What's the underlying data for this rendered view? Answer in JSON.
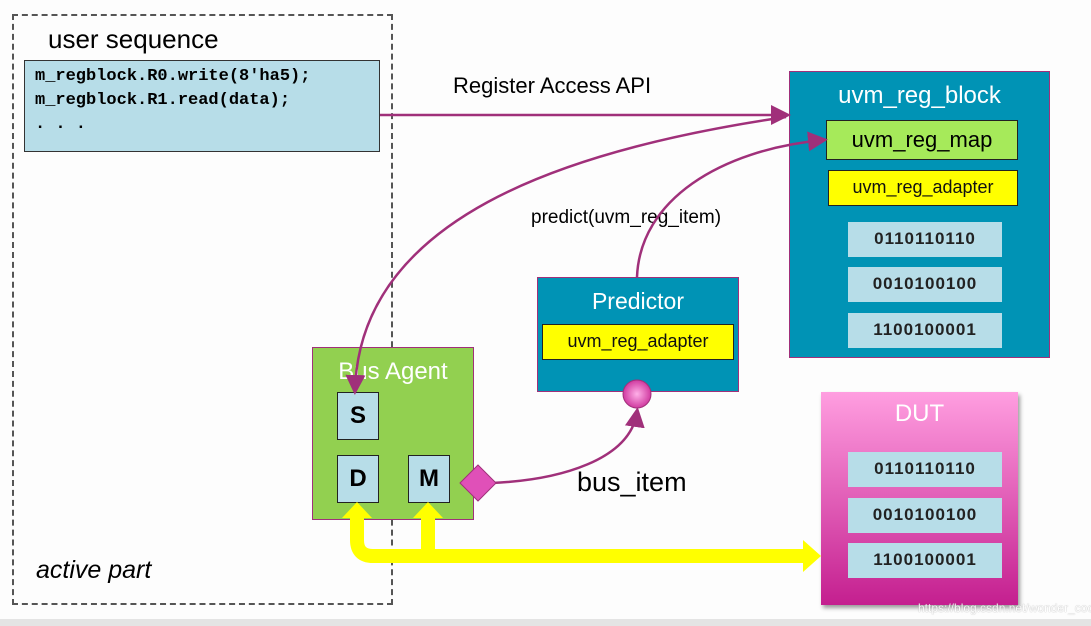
{
  "active_region": {
    "title": "user sequence",
    "footer": "active part"
  },
  "code_lines": [
    "m_regblock.R0.write(8'ha5);",
    "m_regblock.R1.read(data);",
    ". . ."
  ],
  "labels": {
    "register_access_api": "Register Access API",
    "predict": "predict(uvm_reg_item)",
    "bus_item": "bus_item"
  },
  "reg_block": {
    "title": "uvm_reg_block",
    "map": "uvm_reg_map",
    "adapter": "uvm_reg_adapter",
    "registers": [
      "0110110110",
      "0010100100",
      "1100100001"
    ]
  },
  "predictor": {
    "title": "Predictor",
    "adapter": "uvm_reg_adapter"
  },
  "bus_agent": {
    "title": "Bus Agent",
    "sequencer": "S",
    "driver": "D",
    "monitor": "M"
  },
  "dut": {
    "title": "DUT",
    "registers": [
      "0110110110",
      "0010100100",
      "1100100001"
    ]
  },
  "watermark": "https://blog.csdn.net/wonder_coole",
  "colors": {
    "teal": "#0093b5",
    "green": "#92d050",
    "yellow": "#ffff00",
    "magenta": "#a0307a",
    "pink": "#e040b0"
  }
}
